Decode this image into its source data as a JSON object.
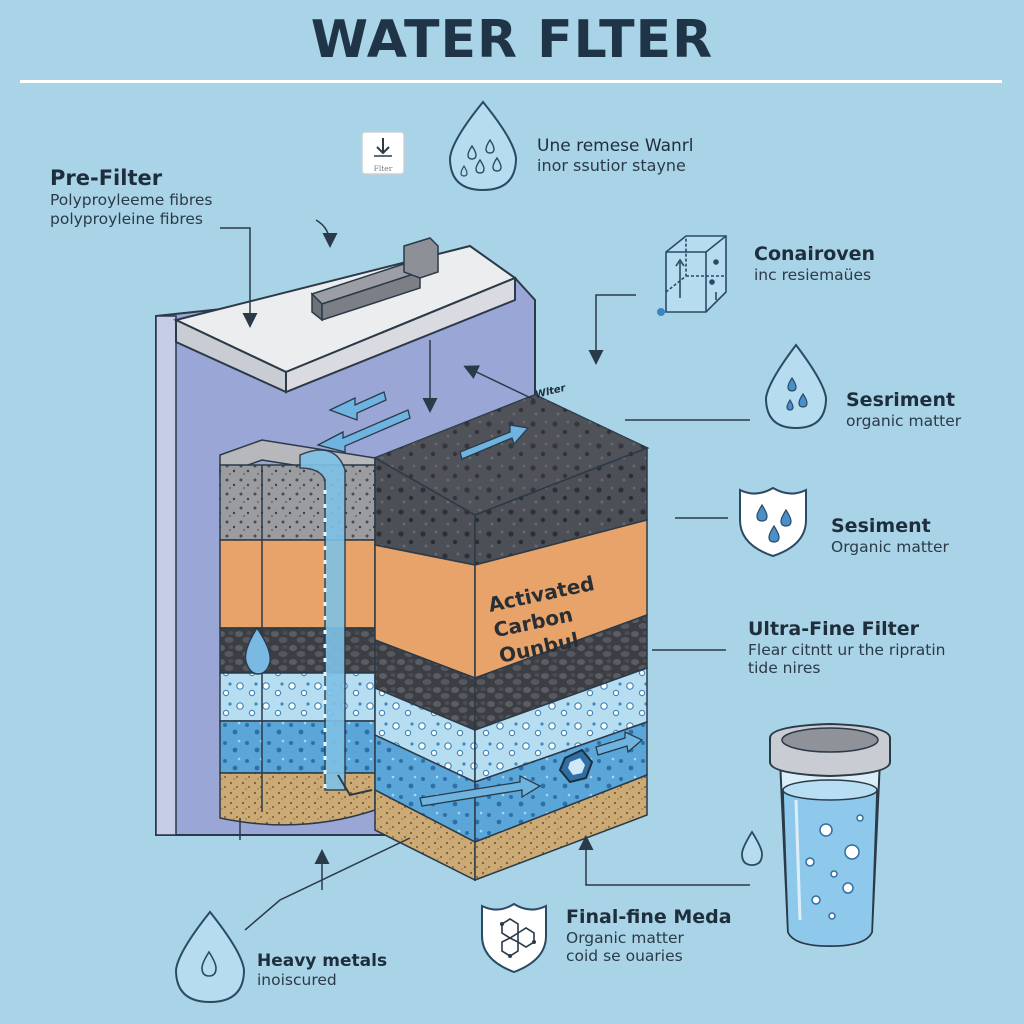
{
  "title": "WATER FLTER",
  "panel": {
    "small_badge": "Flter"
  },
  "cartridge": {
    "top_label": "Wlter",
    "carbon_label": [
      "Activated",
      "Carbon",
      "Ounbul"
    ]
  },
  "labels": {
    "pre_filter": {
      "heading": "Pre-Filter",
      "line1": "Polyproyleeme fibres",
      "line2": "polyproyleine fibres"
    },
    "top_right": {
      "line1": "Une remese Wanrl",
      "line2": "inor ssutior stayne"
    },
    "conairoven": {
      "heading": "Conairoven",
      "sub": "inc resiemaües"
    },
    "sesriment": {
      "heading": "Sesriment",
      "sub": "organic matter"
    },
    "sesiment": {
      "heading": "Sesiment",
      "sub": "Organic matter"
    },
    "ultra_fine": {
      "heading": "Ultra-Fine Filter",
      "line1": "Flear citntt ur the ripratin",
      "line2": "tide nires"
    },
    "final_fine": {
      "heading": "Final-fine Meda",
      "line1": "Organic matter",
      "line2": "coid se ouaries"
    },
    "heavy_metals": {
      "heading": "Heavy metals",
      "sub": "inoiscured"
    }
  },
  "icons": [
    "water-drops-icon",
    "cube-icon",
    "water-drop-icon",
    "shield-drops-icon",
    "molecule-shield-icon",
    "drinking-glass-icon",
    "download-icon"
  ],
  "colors": {
    "background": "#a9d3e6",
    "charcoal": "#4a4d52",
    "carbon_band": "#e8a36a",
    "water_blue": "#5aa6d8",
    "light_blue": "#b5dcef",
    "sand": "#c9a874",
    "housing": "#9aa6d6"
  }
}
